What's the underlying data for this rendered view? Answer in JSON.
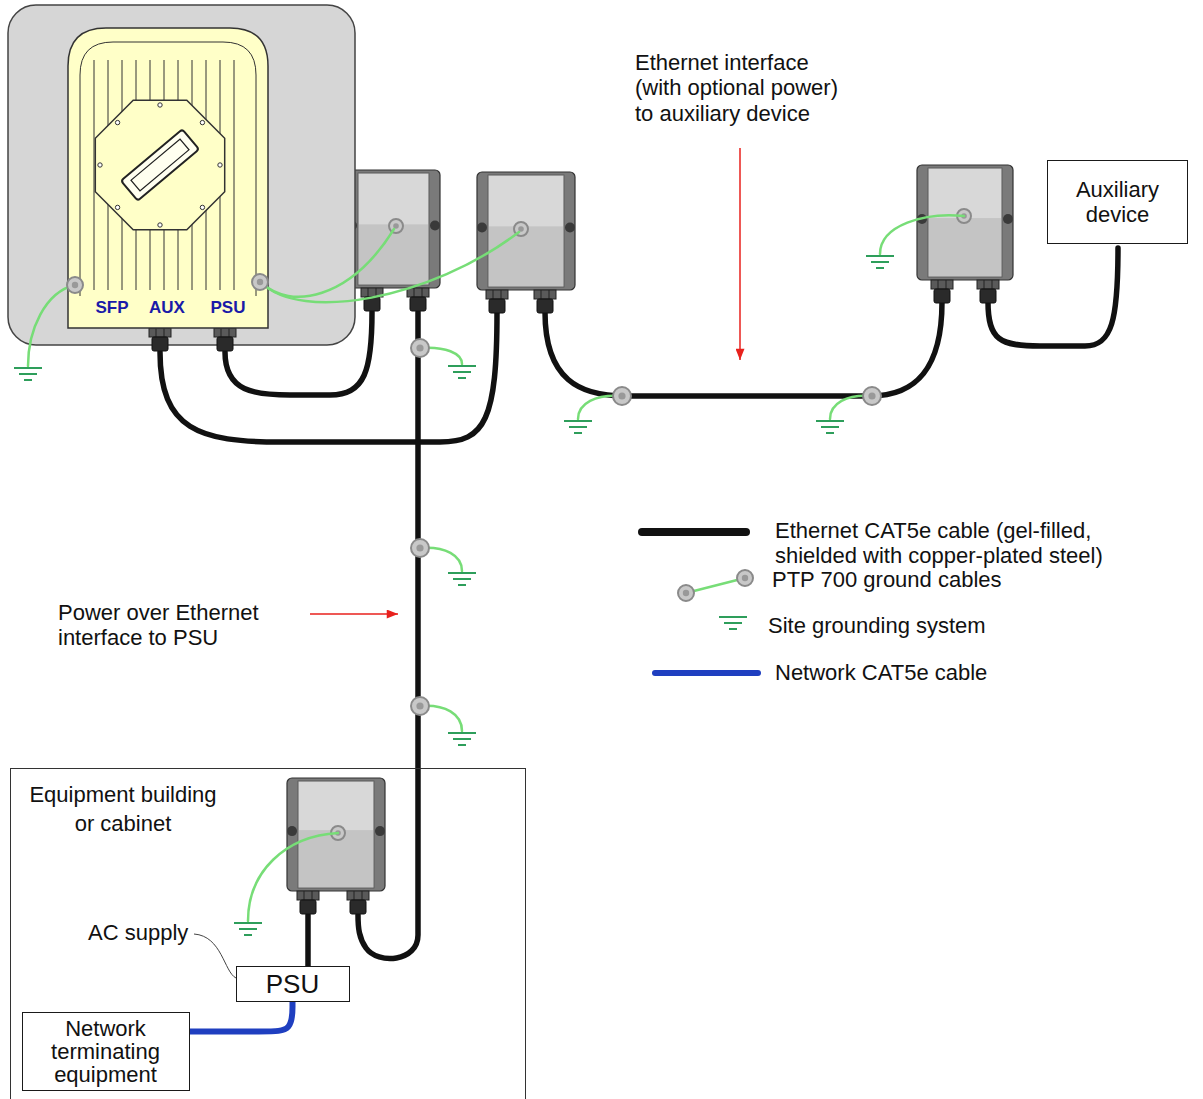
{
  "diagram": {
    "nodes": [
      {
        "text": [
          "SFP",
          "AUX",
          "PSU"
        ]
      },
      {
        "text": [
          "Auxiliary device"
        ]
      },
      {
        "text": [
          "Equipment building or cabinet"
        ]
      },
      {
        "text": [
          "PSU"
        ],
        "in": 2
      },
      {
        "text": [
          "Network terminating equipment"
        ],
        "in": 2
      }
    ],
    "edges": [
      {
        "from": 4,
        "to": 3,
        "arrow": "none"
      }
    ],
    "labels": [
      "Ethernet interface (with optional power) to auxiliary device",
      "Power over Ethernet interface to PSU",
      "AC supply"
    ],
    "legend": [
      {
        "text": "Ethernet CAT5e cable (gel-filled, shielded with copper-plated steel)"
      },
      {
        "text": "PTP 700 ground cables"
      },
      {
        "text": "Site grounding system"
      },
      {
        "text": "Network CAT5e cable"
      }
    ]
  }
}
